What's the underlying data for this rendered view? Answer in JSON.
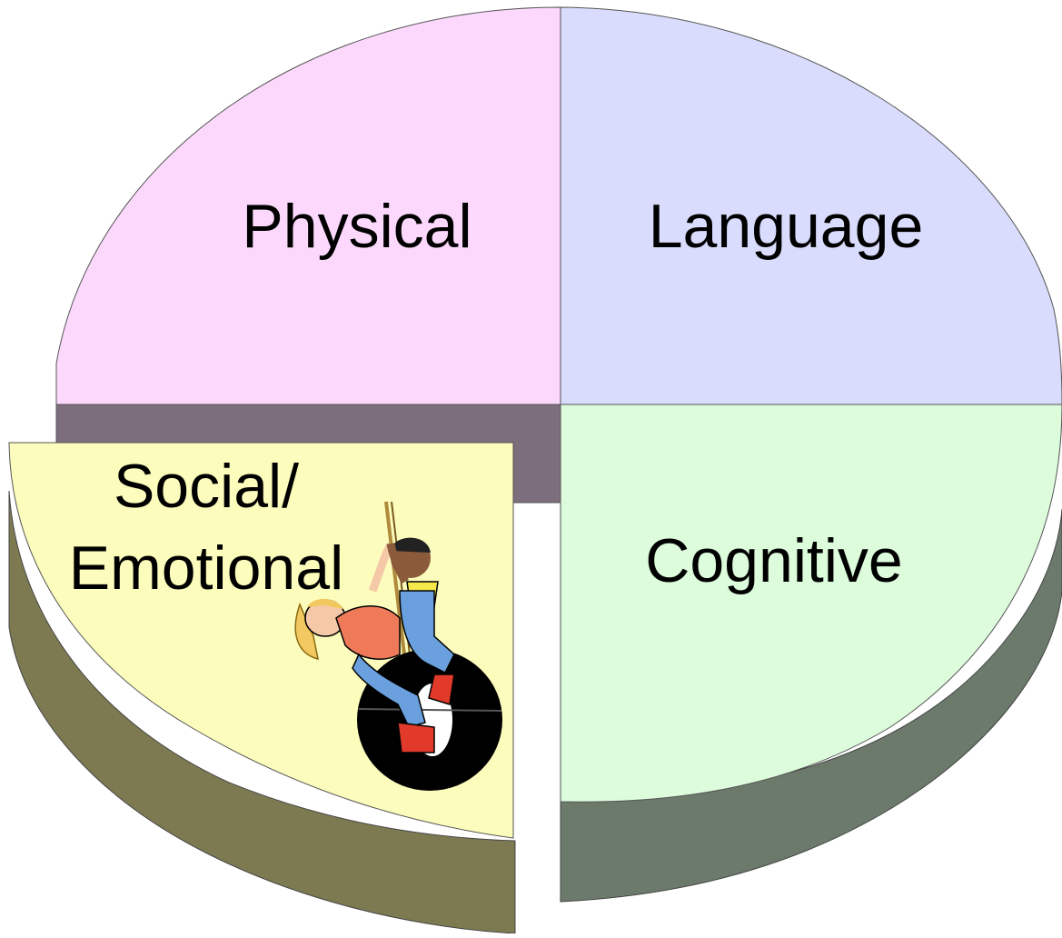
{
  "segments": [
    {
      "id": "physical",
      "label": "Physical",
      "color": "#fcd9fc"
    },
    {
      "id": "language",
      "label": "Language",
      "color": "#d9dcfc"
    },
    {
      "id": "cognitive",
      "label": "Cognitive",
      "color": "#ddfcdc"
    },
    {
      "id": "social",
      "label_line1": "Social/",
      "label_line2": "Emotional",
      "color": "#fcfcbc"
    }
  ],
  "depth_colors": {
    "back_wall": "#7d6e7d",
    "cognitive_side": "#6b7a6b",
    "social_side": "#7d7a52"
  },
  "illustration": {
    "icon": "children-on-tire-swing-icon"
  }
}
